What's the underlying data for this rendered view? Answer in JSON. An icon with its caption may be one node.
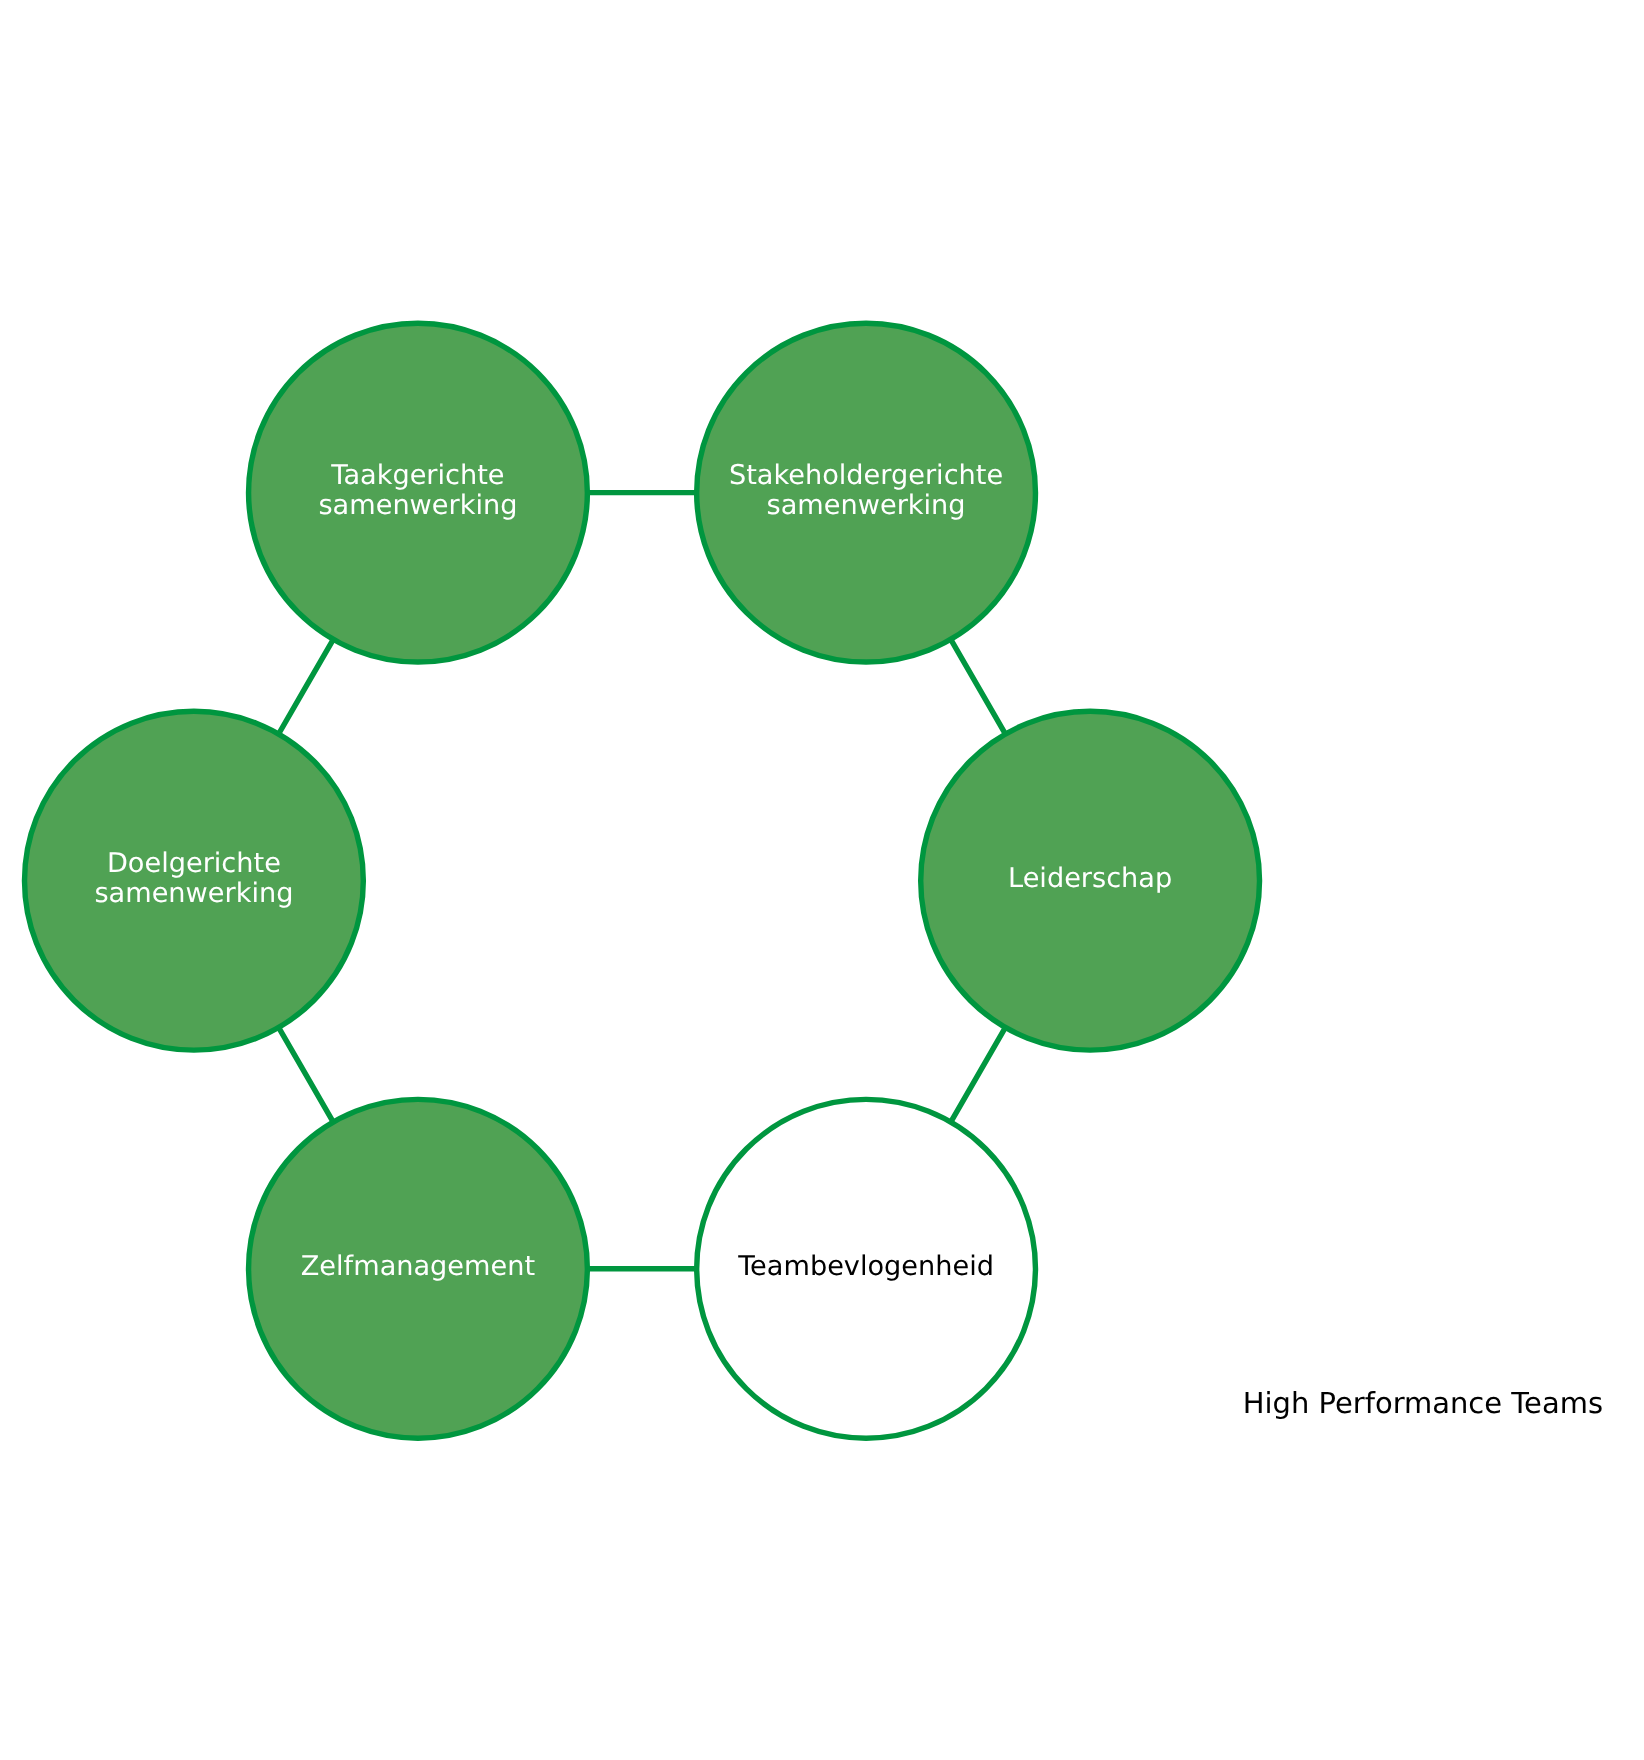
{
  "diagram": {
    "nodes": [
      {
        "text": [
          "Teambevlogenheid"
        ]
      },
      {
        "text": [
          "Leiderschap"
        ]
      },
      {
        "text": [
          "Zelfmanagement"
        ]
      },
      {
        "text": [
          "Stakeholdergerichte samenwerking"
        ]
      },
      {
        "text": [
          "Doelgerichte samenwerking"
        ]
      },
      {
        "text": [
          "Taakgerichte samenwerking"
        ]
      }
    ],
    "edges": [
      {
        "from": 0,
        "to": 2,
        "arrow": "none"
      },
      {
        "from": 2,
        "to": 4,
        "arrow": "none"
      },
      {
        "from": 4,
        "to": 5,
        "arrow": "none"
      },
      {
        "from": 5,
        "to": 3,
        "arrow": "none"
      },
      {
        "from": 3,
        "to": 1,
        "arrow": "none"
      },
      {
        "from": 1,
        "to": 0,
        "arrow": "none"
      }
    ],
    "labels": [
      "High Performance Teams"
    ]
  }
}
